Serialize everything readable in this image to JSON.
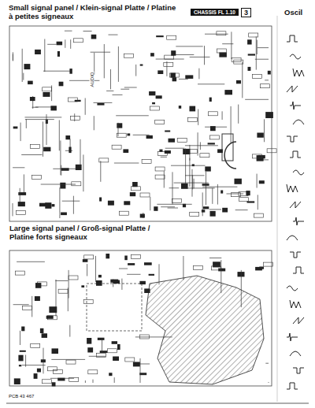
{
  "diagram": {
    "title": "Small signal panel / Klein-signal Platte / Platine à petites signeaux",
    "nodes": [
      {
        "text": [
          "CHASSIS FL 1.10"
        ]
      },
      {
        "text": [
          "Large signal panel / Groß-signal Platte / Platine forts signeaux"
        ]
      }
    ],
    "labels": [
      "3",
      "Oscil",
      "AUDIO",
      "PCB 43 467"
    ]
  }
}
